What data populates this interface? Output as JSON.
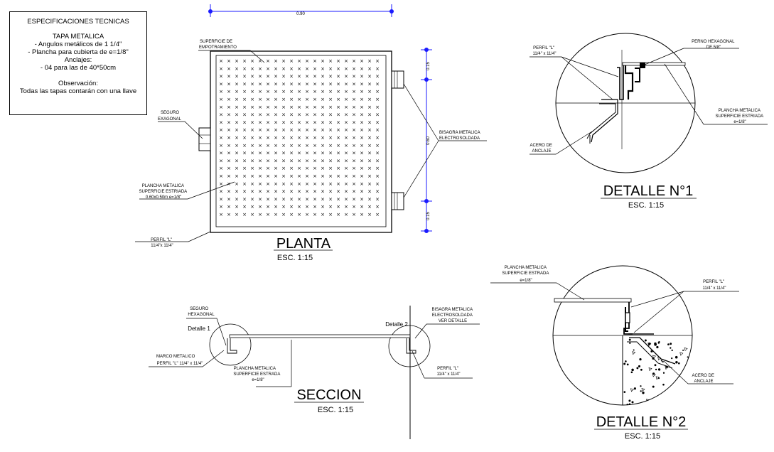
{
  "specs": {
    "title": "ESPECIFICACIONES TECNICAS",
    "lines": [
      "TAPA METALICA",
      "- Angulos metálicos de 1 1/4\"",
      "- Plancha para cubierta de e=1/8\"",
      "Anclajes:",
      "- 04 para las de 40*50cm",
      "",
      "Observación:",
      "Todas las tapas contarán con una llave"
    ]
  },
  "planta": {
    "title": "PLANTA",
    "scale": "ESC. 1:15",
    "dim_top": "0.90",
    "dim_side_top": "0.15",
    "dim_side_mid": "0.60",
    "dim_side_bottom": "0.15",
    "label_superficie": [
      "SUPERFICIE DE",
      "EMPOTRAMIENTO"
    ],
    "label_seguro": [
      "SEGURO",
      "EXAGONAL"
    ],
    "label_bisagra": [
      "BISAGRA METALICA",
      "ELECTROSOLDADA"
    ],
    "label_plancha": [
      "PLANCHA METALICA",
      "SUPERFICIE ESTRIADA",
      "0.60x0.50m e=1/8\""
    ],
    "label_perfil": [
      "PERFIL \"L\"",
      "11/4\"x 11/4\""
    ]
  },
  "seccion": {
    "title": "SECCION",
    "scale": "ESC. 1:15",
    "detalle1": "Detalle 1",
    "detalle2": "Detalle 2",
    "label_seguro": [
      "SEGURO",
      "HEXAGONAL"
    ],
    "label_marco": [
      "MARCO METALICO",
      "PERFIL \"L\" 11/4\" x 11/4\""
    ],
    "label_plancha": [
      "PLANCHA METALICA",
      "SUPERFICIE ESTRADA",
      "e=1/8\""
    ],
    "label_bisagra": [
      "BISAGRA METALICA",
      "ELECTROSOLDADA",
      "VER DETALLE"
    ],
    "label_perfil": [
      "PERFIL \"L\"",
      "11/4\" x 11/4\""
    ]
  },
  "detalle1": {
    "title": "DETALLE N°1",
    "scale": "ESC. 1:15",
    "label_perfil": [
      "PERFIL \"L\"",
      "11/4\" x 11/4\""
    ],
    "label_perno": [
      "PERNO HEXAGONAL",
      "DE 5/8\""
    ],
    "label_plancha": [
      "PLANCHA METALICA",
      "SUPERFICIE ESTRIADA",
      "e=1/8\""
    ],
    "label_acero": [
      "ACERO DE",
      "ANCLAJE"
    ]
  },
  "detalle2": {
    "title": "DETALLE N°2",
    "scale": "ESC. 1:15",
    "label_plancha": [
      "PLANCHA METALICA",
      "SUPERFICIE ESTRADA",
      "e=1/8\""
    ],
    "label_perfil": [
      "PERFIL \"L\"",
      "11/4\" x 11/4\""
    ],
    "label_acero": [
      "ACERO DE",
      "ANCLAJE"
    ]
  },
  "colors": {
    "dimension": "#1a1aff",
    "ink": "#000000"
  }
}
